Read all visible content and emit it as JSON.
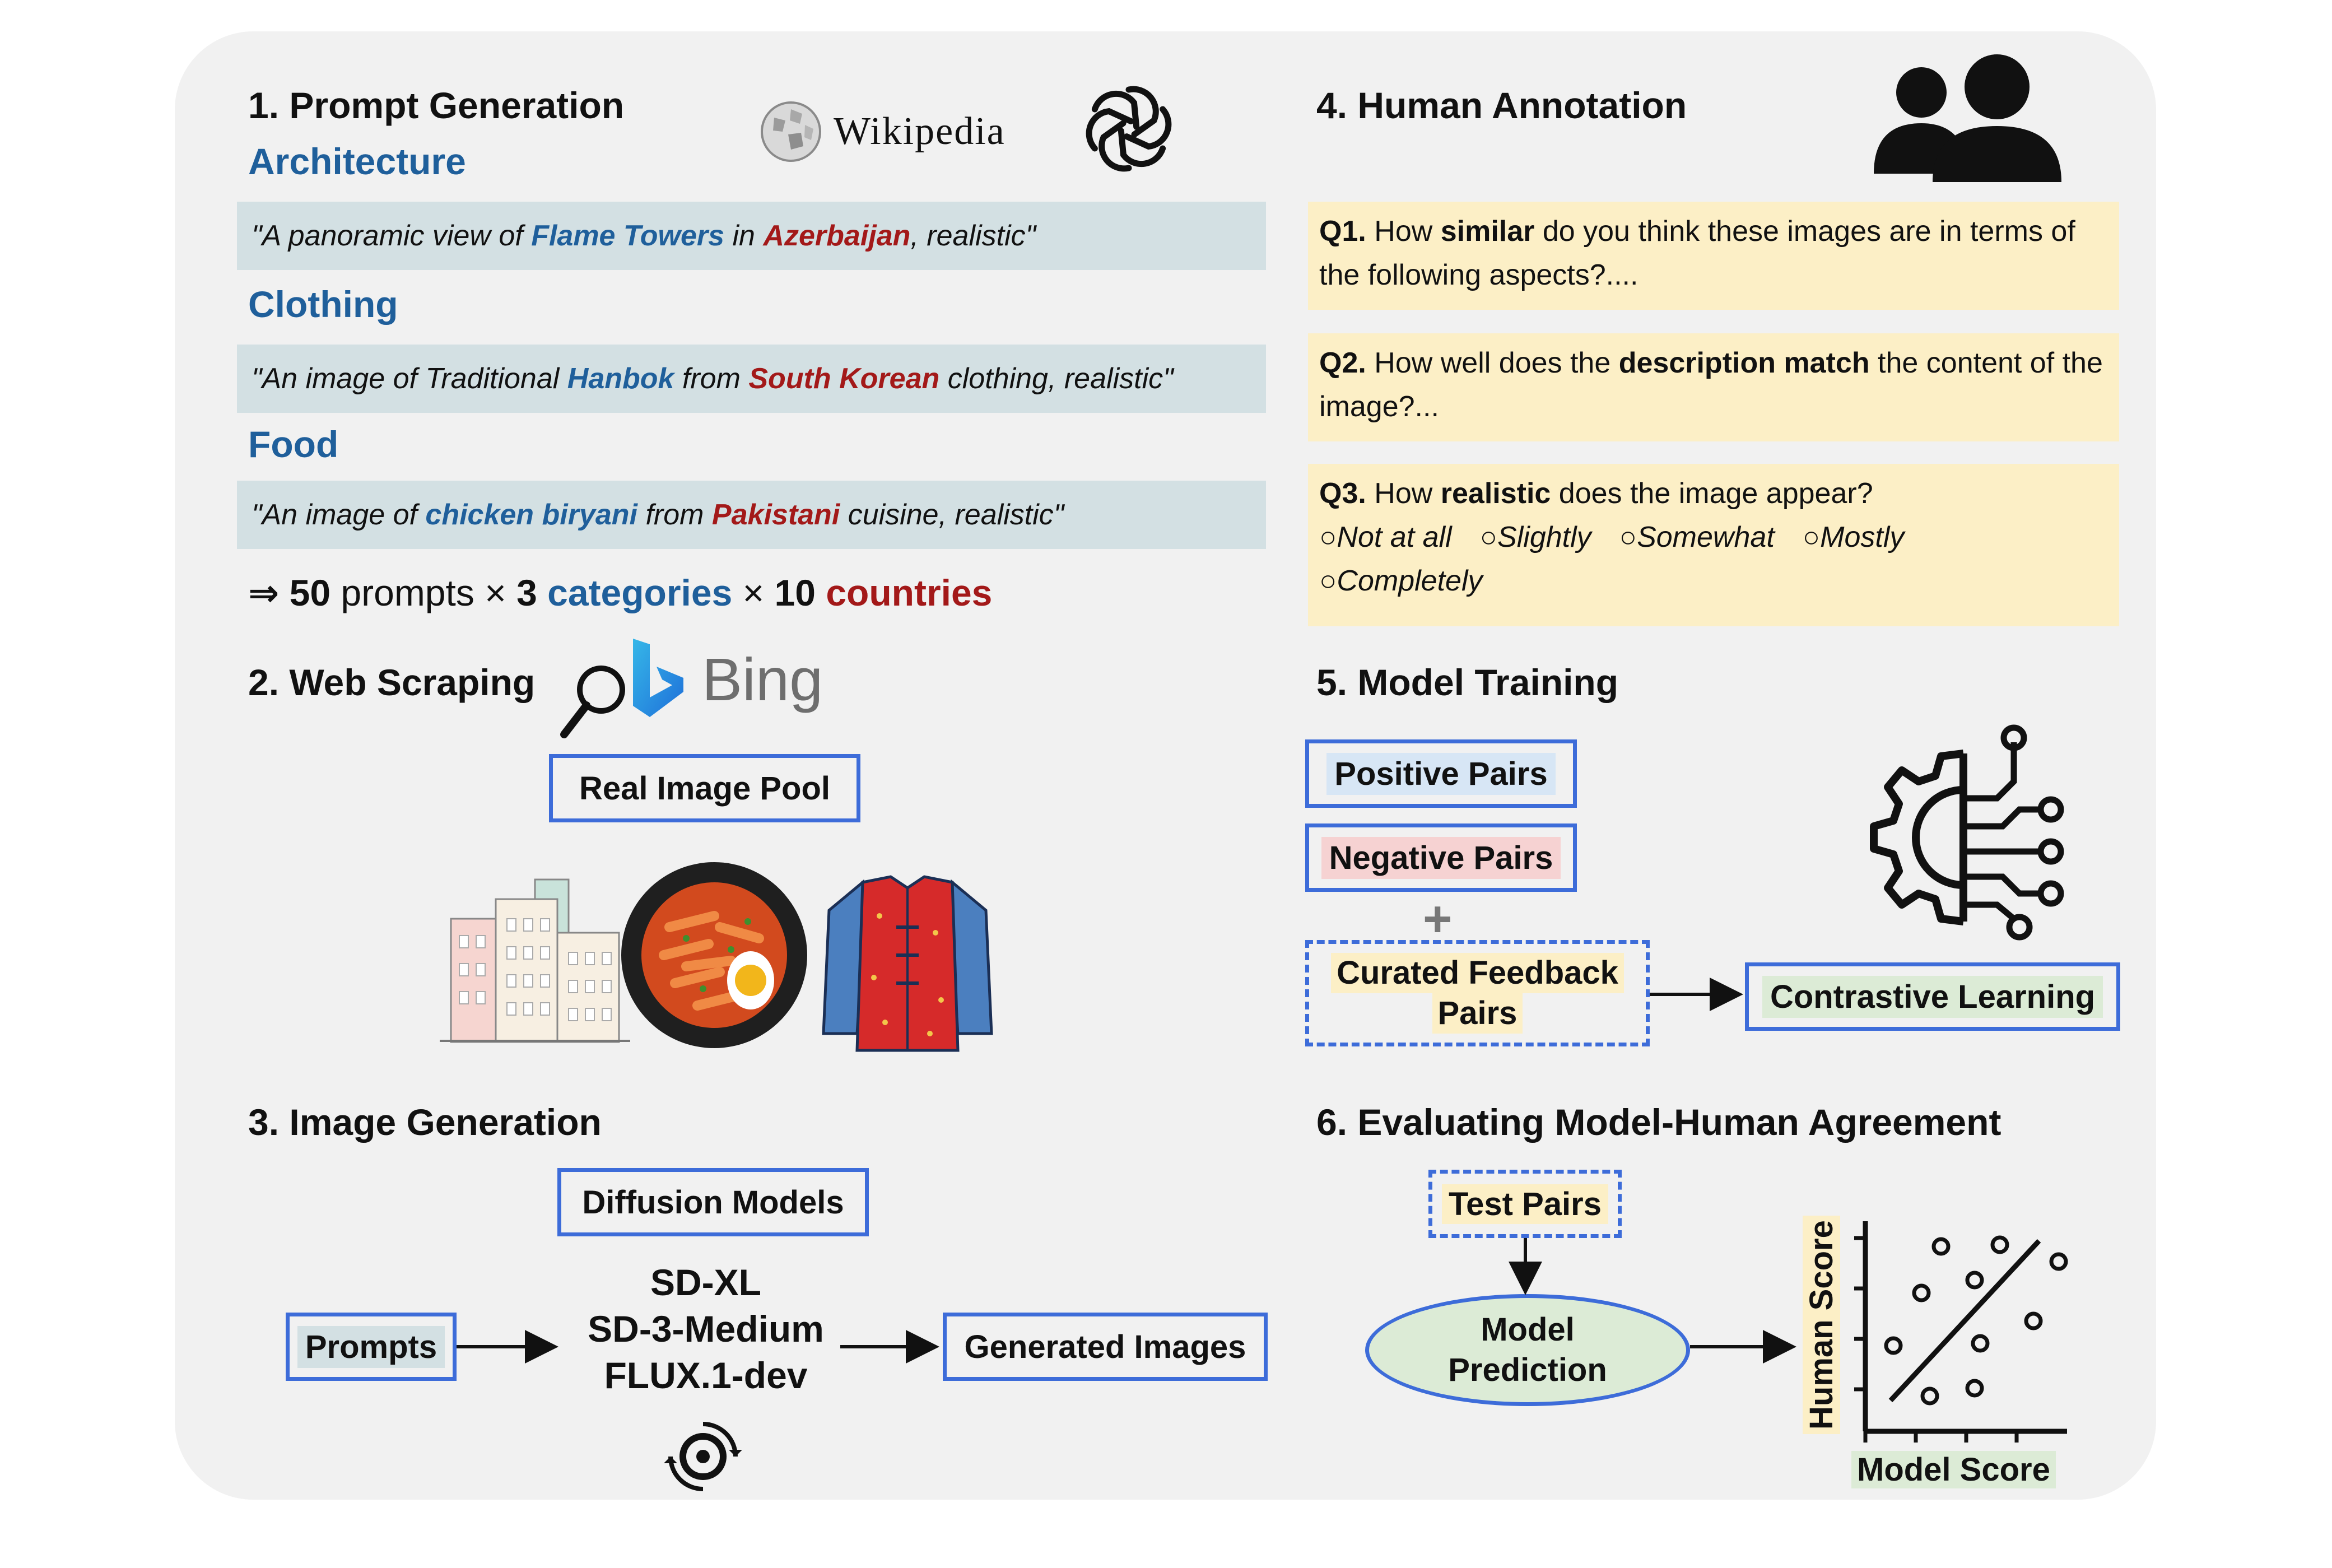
{
  "sections": {
    "s1_title": "1. Prompt Generation",
    "s2_title": "2. Web Scraping",
    "s3_title": "3. Image Generation",
    "s4_title": "4. Human Annotation",
    "s5_title": "5. Model Training",
    "s6_title": "6. Evaluating Model-Human Agreement"
  },
  "logos": {
    "wikipedia": "Wikipedia",
    "bing": "Bing"
  },
  "categories": [
    {
      "label": "Architecture",
      "prompt_parts": [
        "\"A panoramic view of ",
        "Flame Towers",
        " in ",
        "Azerbaijan",
        ", realistic\""
      ]
    },
    {
      "label": "Clothing",
      "prompt_parts": [
        "\"An image of Traditional ",
        "Hanbok",
        " from ",
        "South Korean",
        " clothing, realistic\""
      ]
    },
    {
      "label": "Food",
      "prompt_parts": [
        "\"An image of ",
        "chicken biryani",
        " from ",
        "Pakistani",
        " cuisine, realistic\""
      ]
    }
  ],
  "summary": {
    "arrow": "⇒",
    "n_prompts": "50",
    "prompts_word": "prompts",
    "times1": "×",
    "n_categories": "3",
    "categories_word": "categories",
    "times2": "×",
    "n_countries": "10",
    "countries_word": "countries"
  },
  "web_scraping": {
    "pool_label": "Real Image Pool"
  },
  "image_generation": {
    "diffusion_label": "Diffusion Models",
    "prompts_label": "Prompts",
    "models": [
      "SD-XL",
      "SD-3-Medium",
      "FLUX.1-dev"
    ],
    "output_label": "Generated Images"
  },
  "annotation": {
    "q1": {
      "num": "Q1.",
      "pre": " How ",
      "bold": "similar",
      "post": " do you think these images are  in terms of the following aspects?...."
    },
    "q2": {
      "num": "Q2.",
      "pre": " How well does the ",
      "bold": "description match",
      "post": " the content of the image?..."
    },
    "q3": {
      "num": "Q3.",
      "pre": " How ",
      "bold": "realistic",
      "post": " does the image appear?",
      "options": [
        "○Not at all",
        "○Slightly",
        "○Somewhat",
        "○Mostly",
        "○Completely"
      ]
    }
  },
  "training": {
    "positive": "Positive Pairs",
    "negative": "Negative Pairs",
    "curated_line1": "Curated Feedback",
    "curated_line2": "Pairs",
    "contrastive": "Contrastive Learning"
  },
  "evaluation": {
    "test_pairs": "Test Pairs",
    "model_prediction_line1": "Model",
    "model_prediction_line2": "Prediction",
    "y_axis_label": "Human Score",
    "x_axis_label": "Model Score"
  },
  "colors": {
    "panel_bg": "#f1f1f1",
    "category_blue": "#1f5f9b",
    "country_red": "#a31919",
    "prompt_box": "#d3e0e3",
    "question_bg": "#fcefc6",
    "box_border": "#3d6cd9",
    "positive_bg": "#d7e6f5",
    "negative_bg": "#f6d2d2",
    "curated_bg": "#fcefc6",
    "contrastive_bg": "#dcebd6",
    "ellipse_bg": "#dcebd6"
  }
}
